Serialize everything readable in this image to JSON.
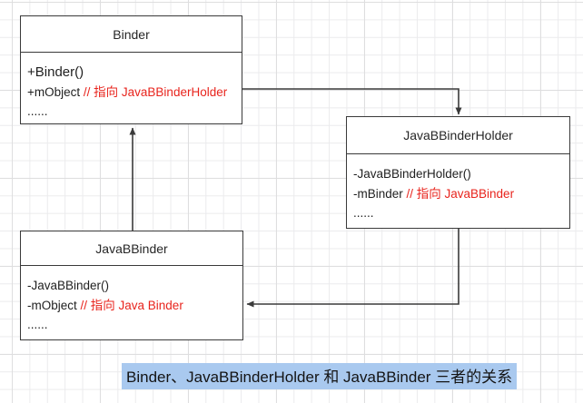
{
  "diagram": {
    "boxes": [
      {
        "title": "Binder",
        "members": [
          {
            "code": "+Binder()",
            "comment": ""
          },
          {
            "code": "+mObject ",
            "comment": "// 指向 JavaBBinderHolder"
          },
          {
            "code": "......",
            "comment": ""
          }
        ]
      },
      {
        "title": "JavaBBinderHolder",
        "members": [
          {
            "code": "-JavaBBinderHolder()",
            "comment": ""
          },
          {
            "code": "-mBinder ",
            "comment": "// 指向 JavaBBinder"
          },
          {
            "code": "......",
            "comment": ""
          }
        ]
      },
      {
        "title": "JavaBBinder",
        "members": [
          {
            "code": "-JavaBBinder()",
            "comment": ""
          },
          {
            "code": "-mObject ",
            "comment": "// 指向 Java Binder"
          },
          {
            "code": "......",
            "comment": ""
          }
        ]
      }
    ],
    "connectors": [
      {
        "name": "binder-to-javabbinderholder",
        "from": "Binder",
        "to": "JavaBBinderHolder",
        "style": "elbow-arrow"
      },
      {
        "name": "javabbinderholder-to-javabbinder",
        "from": "JavaBBinderHolder",
        "to": "JavaBBinder",
        "style": "elbow-arrow"
      },
      {
        "name": "javabbinder-to-binder",
        "from": "JavaBBinder",
        "to": "Binder",
        "style": "straight-arrow"
      }
    ],
    "caption": {
      "text": "Binder、JavaBBinderHolder 和 JavaBBinder 三者的关系",
      "highlight_color": "#a9c9ef"
    },
    "colors": {
      "comment_red": "#e8241d",
      "line_color": "#3a3a3a",
      "grid_color": "#ebebed",
      "box_border": "#3a3a3a"
    }
  }
}
